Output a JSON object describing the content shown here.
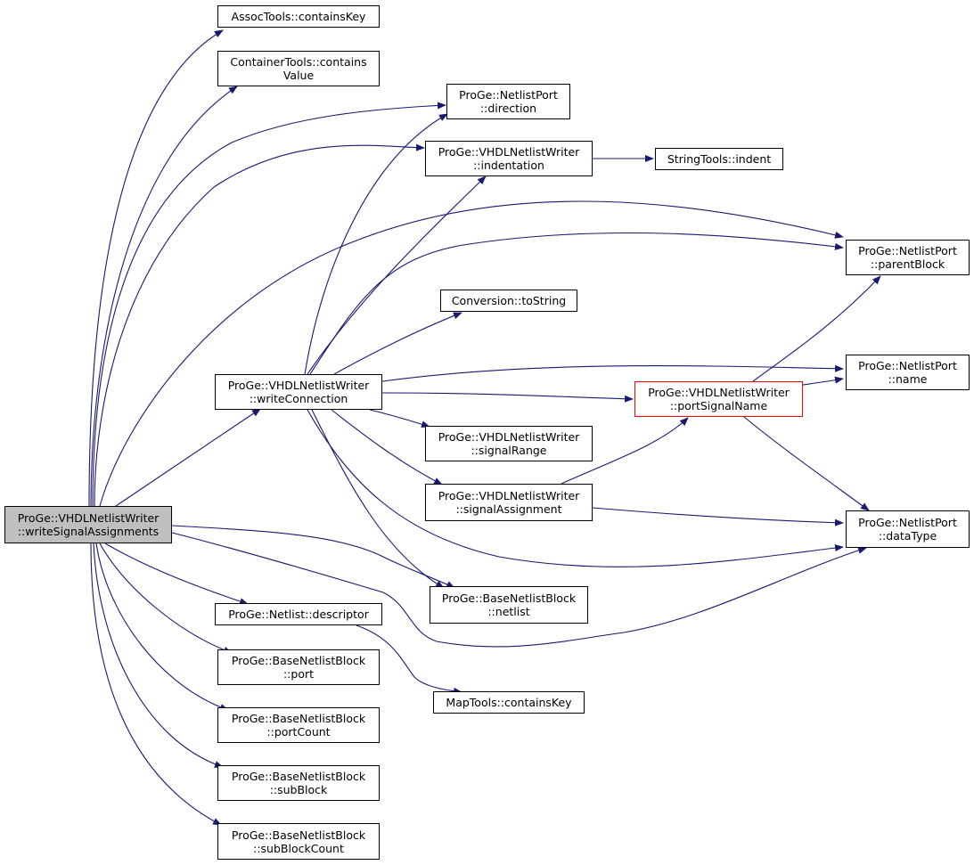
{
  "colors": {
    "edge": "#191970",
    "node_border": "#000000",
    "root_fill": "#bfbfbf",
    "highlight_border": "#ff0000"
  },
  "nodes": [
    {
      "id": "root",
      "lines": [
        "ProGe::VHDLNetlistWriter",
        "::writeSignalAssignments"
      ]
    },
    {
      "id": "assoc",
      "lines": [
        "AssocTools::containsKey"
      ]
    },
    {
      "id": "container",
      "lines": [
        "ContainerTools::contains",
        "Value"
      ]
    },
    {
      "id": "direction",
      "lines": [
        "ProGe::NetlistPort",
        "::direction"
      ]
    },
    {
      "id": "indentation",
      "lines": [
        "ProGe::VHDLNetlistWriter",
        "::indentation"
      ]
    },
    {
      "id": "indent",
      "lines": [
        "StringTools::indent"
      ]
    },
    {
      "id": "parentBlock",
      "lines": [
        "ProGe::NetlistPort",
        "::parentBlock"
      ]
    },
    {
      "id": "toString",
      "lines": [
        "Conversion::toString"
      ]
    },
    {
      "id": "writeConnection",
      "lines": [
        "ProGe::VHDLNetlistWriter",
        "::writeConnection"
      ]
    },
    {
      "id": "name",
      "lines": [
        "ProGe::NetlistPort",
        "::name"
      ]
    },
    {
      "id": "portSignalName",
      "lines": [
        "ProGe::VHDLNetlistWriter",
        "::portSignalName"
      ]
    },
    {
      "id": "signalRange",
      "lines": [
        "ProGe::VHDLNetlistWriter",
        "::signalRange"
      ]
    },
    {
      "id": "signalAssignment",
      "lines": [
        "ProGe::VHDLNetlistWriter",
        "::signalAssignment"
      ]
    },
    {
      "id": "dataType",
      "lines": [
        "ProGe::NetlistPort",
        "::dataType"
      ]
    },
    {
      "id": "netlist",
      "lines": [
        "ProGe::BaseNetlistBlock",
        "::netlist"
      ]
    },
    {
      "id": "descriptor",
      "lines": [
        "ProGe::Netlist::descriptor"
      ]
    },
    {
      "id": "mapContains",
      "lines": [
        "MapTools::containsKey"
      ]
    },
    {
      "id": "port",
      "lines": [
        "ProGe::BaseNetlistBlock",
        "::port"
      ]
    },
    {
      "id": "portCount",
      "lines": [
        "ProGe::BaseNetlistBlock",
        "::portCount"
      ]
    },
    {
      "id": "subBlock",
      "lines": [
        "ProGe::BaseNetlistBlock",
        "::subBlock"
      ]
    },
    {
      "id": "subBlockCount",
      "lines": [
        "ProGe::BaseNetlistBlock",
        "::subBlockCount"
      ]
    }
  ],
  "edges": [
    [
      "root",
      "assoc"
    ],
    [
      "root",
      "container"
    ],
    [
      "root",
      "direction"
    ],
    [
      "root",
      "indentation"
    ],
    [
      "root",
      "parentBlock"
    ],
    [
      "root",
      "writeConnection"
    ],
    [
      "root",
      "netlist"
    ],
    [
      "root",
      "dataType"
    ],
    [
      "root",
      "descriptor"
    ],
    [
      "root",
      "port"
    ],
    [
      "root",
      "portCount"
    ],
    [
      "root",
      "subBlock"
    ],
    [
      "root",
      "subBlockCount"
    ],
    [
      "writeConnection",
      "direction"
    ],
    [
      "writeConnection",
      "indentation"
    ],
    [
      "writeConnection",
      "parentBlock"
    ],
    [
      "writeConnection",
      "toString"
    ],
    [
      "writeConnection",
      "name"
    ],
    [
      "writeConnection",
      "portSignalName"
    ],
    [
      "writeConnection",
      "signalRange"
    ],
    [
      "writeConnection",
      "signalAssignment"
    ],
    [
      "writeConnection",
      "dataType"
    ],
    [
      "writeConnection",
      "netlist"
    ],
    [
      "indentation",
      "indent"
    ],
    [
      "portSignalName",
      "parentBlock"
    ],
    [
      "portSignalName",
      "name"
    ],
    [
      "portSignalName",
      "dataType"
    ],
    [
      "signalAssignment",
      "portSignalName"
    ],
    [
      "signalAssignment",
      "dataType"
    ],
    [
      "descriptor",
      "mapContains"
    ]
  ]
}
